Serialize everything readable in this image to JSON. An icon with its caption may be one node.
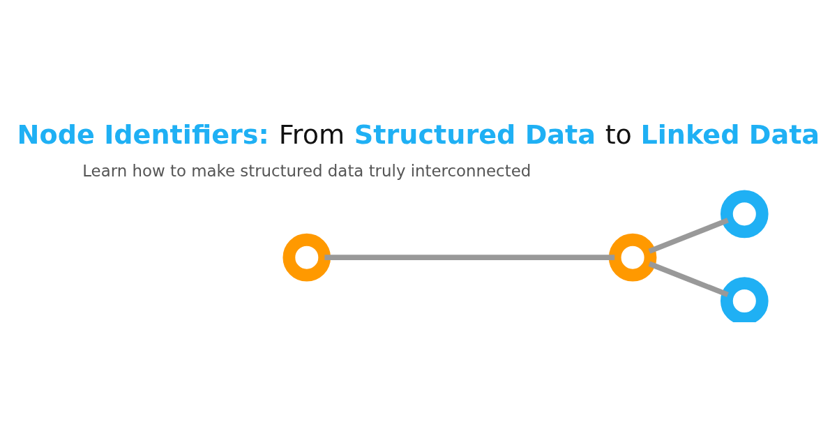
{
  "diagram": {
    "title": "**Node Identifiers:** From **Structured Data** to **Linked Data**",
    "nodes": [
      {
        "text": [],
        "shape": "circle"
      },
      {
        "text": [],
        "shape": "circle"
      },
      {
        "text": [],
        "shape": "circle"
      },
      {
        "text": [],
        "shape": "circle"
      }
    ],
    "edges": [
      {
        "from": 0,
        "to": 1,
        "arrow": "none"
      },
      {
        "from": 1,
        "to": 2,
        "arrow": "none"
      },
      {
        "from": 1,
        "to": 3,
        "arrow": "none"
      }
    ],
    "labels": [
      "Learn how to make structured data truly interconnected"
    ]
  }
}
